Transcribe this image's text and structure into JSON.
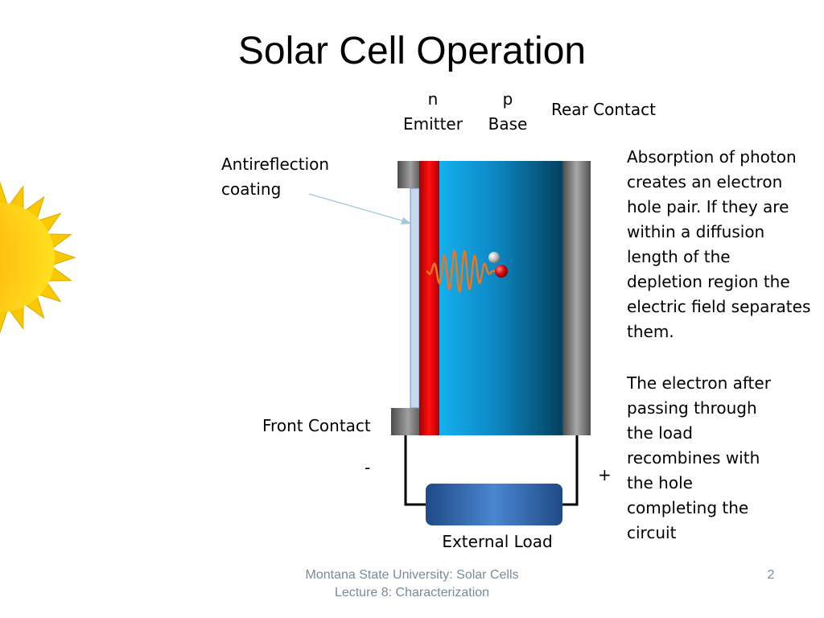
{
  "slide": {
    "title": "Solar Cell Operation",
    "footer_line1": "Montana State University: Solar Cells",
    "footer_line2": "Lecture 8: Characterization",
    "page_number": "2"
  },
  "diagram": {
    "n_layer": {
      "letter": "n",
      "name": "Emitter"
    },
    "p_layer": {
      "letter": "p",
      "name": "Base"
    },
    "rear_contact": "Rear Contact",
    "antireflection": {
      "line1": "Antireflection",
      "line2": "coating"
    },
    "front_contact": "Front Contact",
    "minus_terminal": "-",
    "plus_terminal": "+",
    "external_load": "External Load",
    "icons": [
      "sun-icon",
      "photon-wave-icon",
      "electron-icon",
      "hole-icon"
    ],
    "colors": {
      "emitter": "#e0000d",
      "base": "#1aa4e4",
      "base_dark": "#064a6a",
      "contact": "#6e6e6e",
      "load": "#3c76bf",
      "sun": "#f8c800",
      "photon": "#e87722"
    }
  },
  "explanation": {
    "paragraph1": [
      "Absorption of photon",
      "creates an electron",
      "hole pair. If they are",
      "within a diffusion",
      "length of the",
      "depletion region the",
      "electric field separates",
      "them."
    ],
    "paragraph2": [
      "The electron after",
      "passing through",
      "the load",
      "recombines with",
      "the hole",
      "completing the",
      "circuit"
    ]
  }
}
